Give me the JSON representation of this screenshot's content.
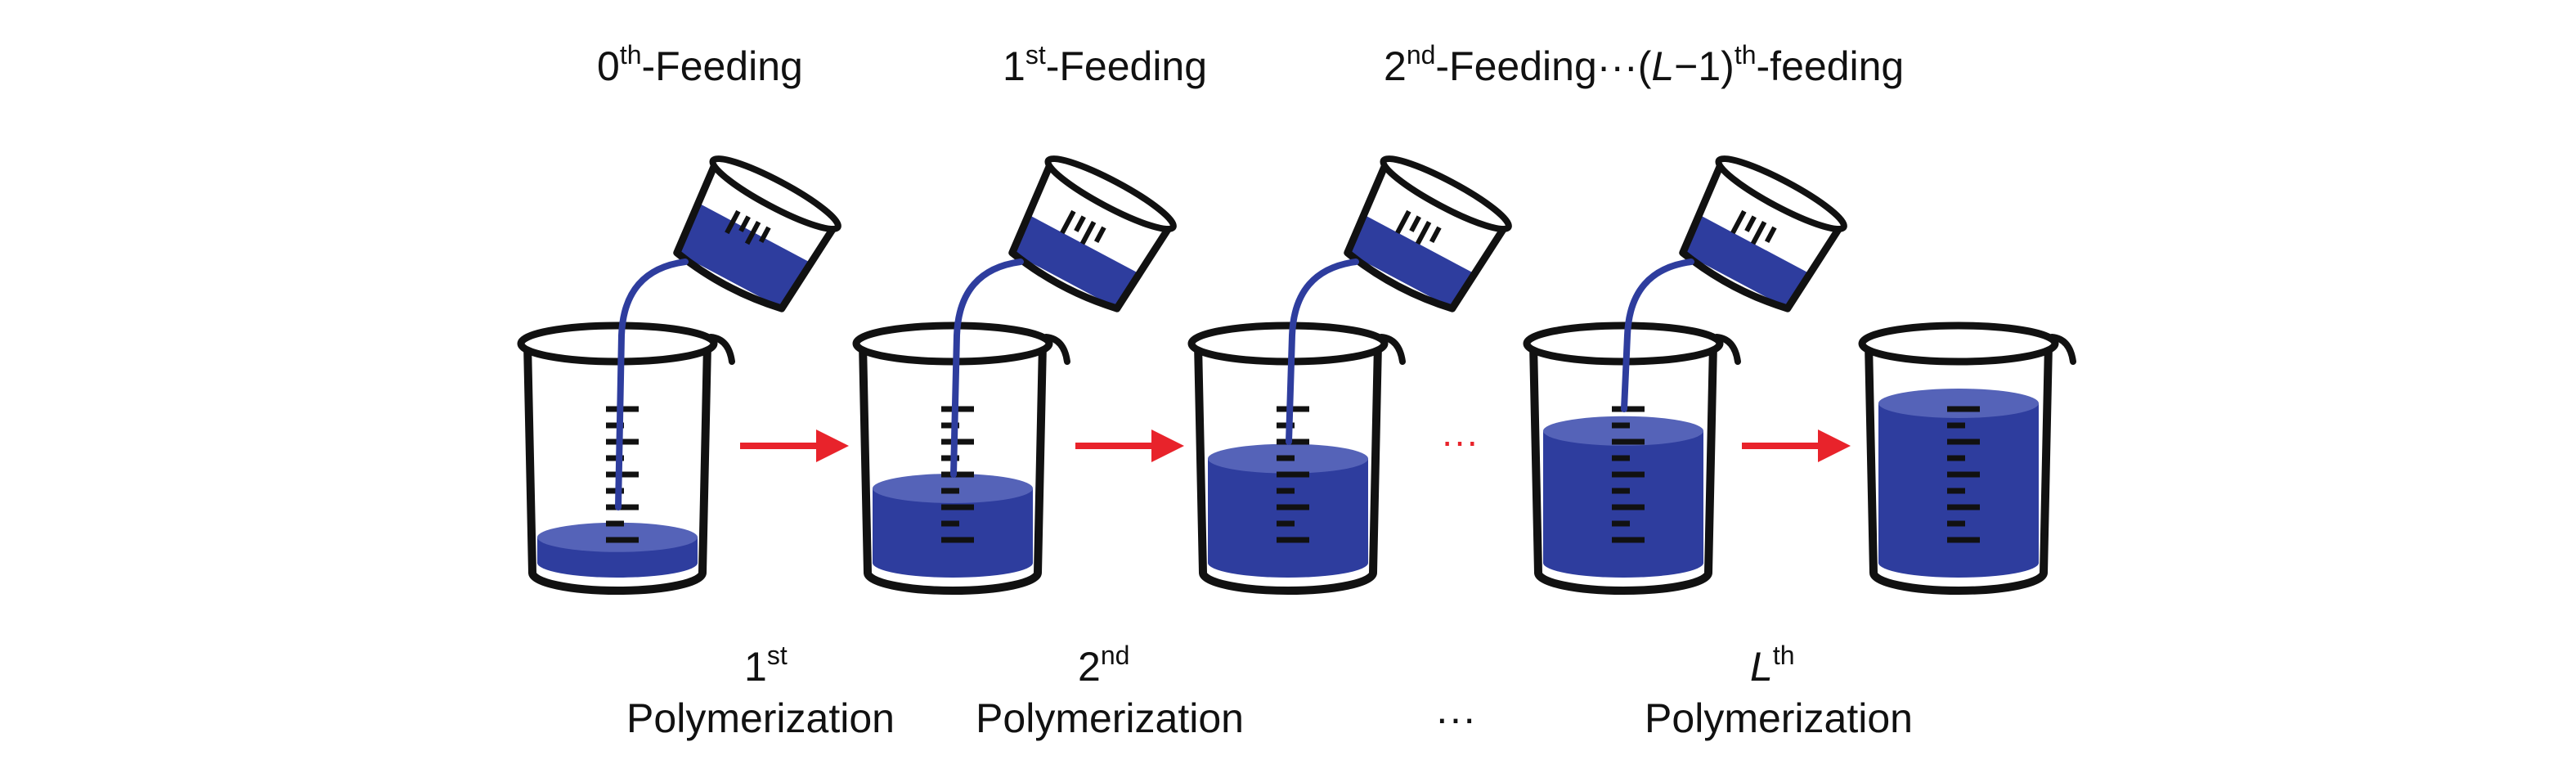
{
  "colors": {
    "liquid": "#2e3d9e",
    "liquid_surface": "#5563b8",
    "liquid_shadow": "#24317f",
    "outline": "#111111",
    "arrow": "#e8232b",
    "ellipsis_red": "#e8232b"
  },
  "feedings": [
    {
      "base": "0",
      "sup": "th",
      "suffix": "-Feeding"
    },
    {
      "base": "1",
      "sup": "st",
      "suffix": "-Feeding"
    },
    {
      "base": "2",
      "sup": "nd",
      "suffix": "-Feeding",
      "dots": "···",
      "paren_open": "(",
      "var": "L",
      "minus": "−1)",
      "sup2": "th",
      "suffix2": "-feeding"
    }
  ],
  "polymerizations": [
    {
      "base": "1",
      "sup": "st",
      "word": "Polymerization"
    },
    {
      "base": "2",
      "sup": "nd",
      "word": "Polymerization"
    },
    {
      "base": "L",
      "sup": "th",
      "word": "Polymerization"
    }
  ],
  "bottom_ellipsis": "···",
  "middle_ellipsis": "···",
  "beaker_fill_levels": [
    0.12,
    0.35,
    0.49,
    0.62,
    0.75
  ],
  "pour_fill_levels": [
    0.55,
    0.42,
    0.42,
    0.42
  ]
}
